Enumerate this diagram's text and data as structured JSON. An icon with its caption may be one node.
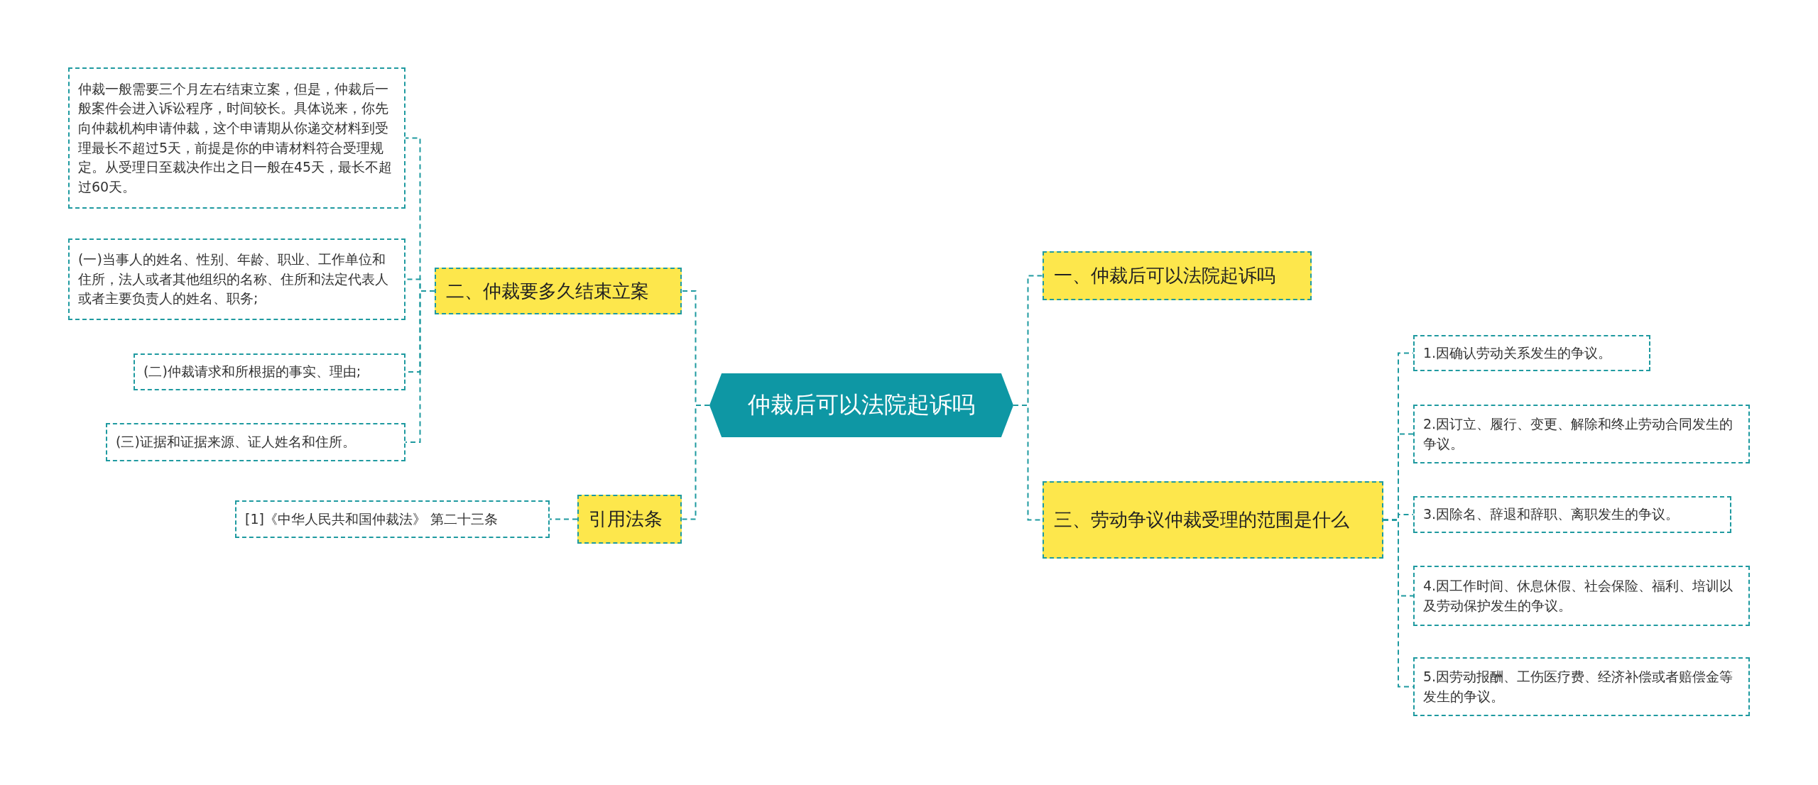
{
  "diagram": {
    "nodes": [
      {
        "text": [
          "仲裁后可以法院起诉吗"
        ]
      },
      {
        "text": [
          "二、仲裁要多久结束立案"
        ]
      },
      {
        "text": [
          "仲裁一般需要三个月左右结束立案，但是，仲裁后一般案件会进入诉讼程序，时间较长。具体说来，你先向仲裁机构申请仲裁，这个申请期从你递交材料到受理最长不超过5天，前提是你的申请材料符合受理规定。从受理日至裁决作出之日一般在45天，最长不超过60天。"
        ]
      },
      {
        "text": [
          "(一)当事人的姓名、性别、年龄、职业、工作单位和住所，法人或者其他组织的名称、住所和法定代表人或者主要负责人的姓名、职务;"
        ]
      },
      {
        "text": [
          "(二)仲裁请求和所根据的事实、理由;"
        ]
      },
      {
        "text": [
          "(三)证据和证据来源、证人姓名和住所。"
        ]
      },
      {
        "text": [
          "引用法条"
        ]
      },
      {
        "text": [
          "[1]《中华人民共和国仲裁法》 第二十三条"
        ]
      },
      {
        "text": [
          "一、仲裁后可以法院起诉吗"
        ]
      },
      {
        "text": [
          "三、劳动争议仲裁受理的范围是什么"
        ]
      },
      {
        "text": [
          "1.因确认劳动关系发生的争议。"
        ]
      },
      {
        "text": [
          "2.因订立、履行、变更、解除和终止劳动合同发生的争议。"
        ]
      },
      {
        "text": [
          "3.因除名、辞退和辞职、离职发生的争议。"
        ]
      },
      {
        "text": [
          "4.因工作时间、休息休假、社会保险、福利、培训以及劳动保护发生的争议。"
        ]
      },
      {
        "text": [
          "5.因劳动报酬、工伤医疗费、经济补偿或者赔偿金等发生的争议。"
        ]
      }
    ],
    "edges": [
      {
        "from": 0,
        "to": 1,
        "arrow": "none"
      },
      {
        "from": 1,
        "to": 2,
        "arrow": "none"
      },
      {
        "from": 1,
        "to": 3,
        "arrow": "none"
      },
      {
        "from": 1,
        "to": 4,
        "arrow": "none"
      },
      {
        "from": 1,
        "to": 5,
        "arrow": "none"
      },
      {
        "from": 0,
        "to": 6,
        "arrow": "none"
      },
      {
        "from": 6,
        "to": 7,
        "arrow": "none"
      },
      {
        "from": 0,
        "to": 8,
        "arrow": "none"
      },
      {
        "from": 0,
        "to": 9,
        "arrow": "none"
      },
      {
        "from": 9,
        "to": 10,
        "arrow": "none"
      },
      {
        "from": 9,
        "to": 11,
        "arrow": "none"
      },
      {
        "from": 9,
        "to": 12,
        "arrow": "none"
      },
      {
        "from": 9,
        "to": 13,
        "arrow": "none"
      },
      {
        "from": 9,
        "to": 14,
        "arrow": "none"
      }
    ]
  }
}
